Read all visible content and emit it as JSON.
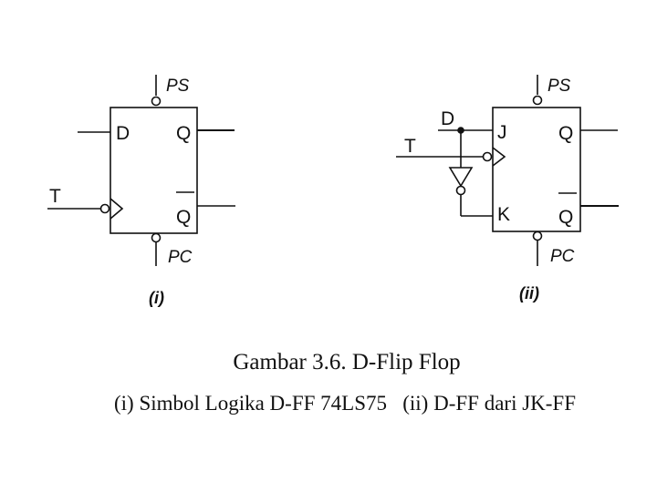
{
  "figure_i": {
    "pin_d": "D",
    "pin_q": "Q",
    "pin_qbar": "Q",
    "pin_clock": "T",
    "pin_ps": "PS",
    "pin_pc": "PC",
    "label": "(i)"
  },
  "figure_ii": {
    "pin_d": "D",
    "pin_j": "J",
    "pin_k": "K",
    "pin_q": "Q",
    "pin_qbar": "Q",
    "pin_clock": "T",
    "pin_ps": "PS",
    "pin_pc": "PC",
    "label": "(ii)"
  },
  "caption": {
    "title": "Gambar 3.6. D-Flip Flop",
    "description": "(i) Simbol Logika D-FF 74LS75   (ii) D-FF dari JK-FF"
  }
}
